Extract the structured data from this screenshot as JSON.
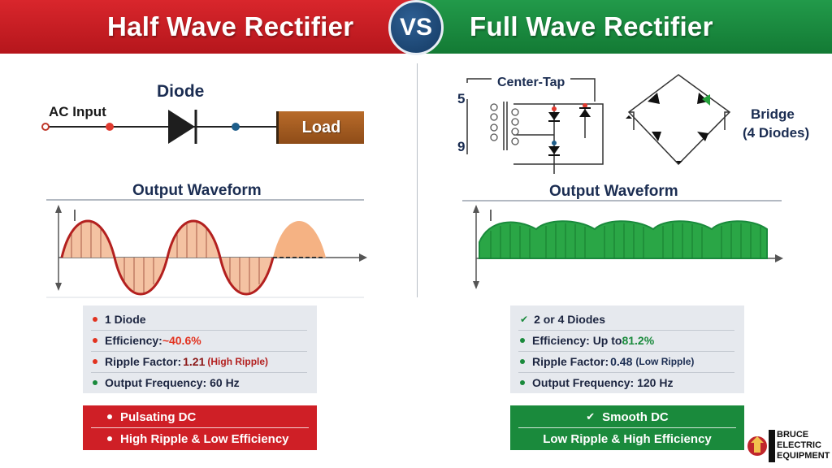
{
  "header": {
    "left_title": "Half Wave Rectifier",
    "vs_label": "VS",
    "right_title": "Full Wave Rectifier"
  },
  "half_wave": {
    "ac_input_label": "AC Input",
    "diode_label": "Diode",
    "load_label": "Load",
    "waveform_title": "Output Waveform",
    "specs": [
      {
        "prefix": "1 Diode",
        "value": "",
        "note": ""
      },
      {
        "prefix": "Efficiency: ",
        "value": "~40.6%",
        "note": ""
      },
      {
        "prefix": "Ripple Factor: ",
        "value": "1.21",
        "note": "(High Ripple)"
      },
      {
        "prefix": "Output Frequency: 60 Hz",
        "value": "",
        "note": ""
      }
    ],
    "summary": [
      "Pulsating DC",
      "High Ripple & Low Efficiency"
    ]
  },
  "full_wave": {
    "center_tap_label": "Center-Tap",
    "coil_top_label": "5",
    "coil_bottom_label": "9",
    "bridge_label_line1": "Bridge",
    "bridge_label_line2": "(4 Diodes)",
    "waveform_title": "Output Waveform",
    "specs": [
      {
        "prefix": "2 or 4 Diodes",
        "value": "",
        "note": ""
      },
      {
        "prefix": "Efficiency: Up to ",
        "value": "81.2%",
        "note": ""
      },
      {
        "prefix": "Ripple Factor: ",
        "value": "0.48",
        "note": "(Low Ripple)"
      },
      {
        "prefix": "Output Frequency: 120 Hz",
        "value": "",
        "note": ""
      }
    ],
    "summary": [
      "Smooth DC",
      "Low Ripple & High Efficiency"
    ]
  },
  "logo": {
    "line1": "BRUCE",
    "line2": "ELECTRIC",
    "line3": "EQUIPMENT"
  },
  "colors": {
    "red": "#cf1f26",
    "green": "#1a8a3c",
    "navy": "#1b2d52",
    "wave_red": "#b3201f",
    "wave_fill": "#f2b48c",
    "wave_green": "#25a13c"
  },
  "icons": {
    "check": "check-icon",
    "bullet": "bullet-dot-icon"
  }
}
